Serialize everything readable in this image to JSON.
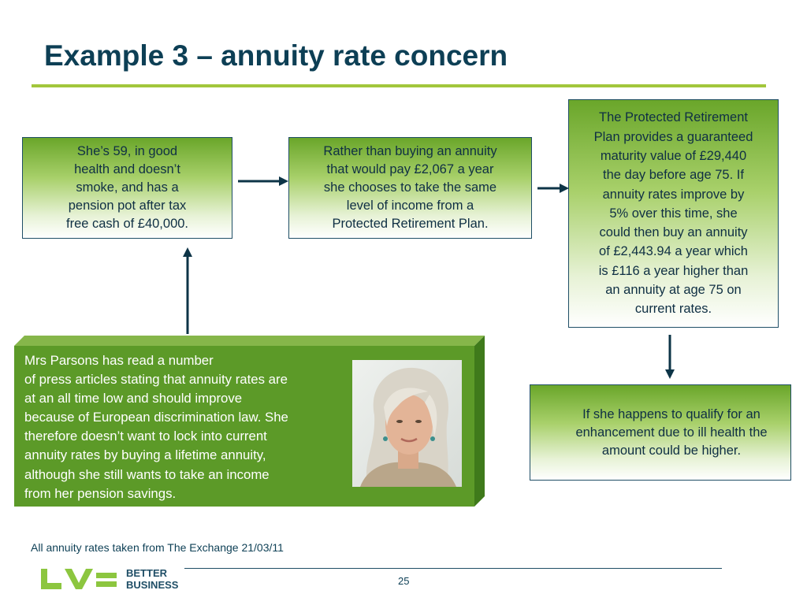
{
  "slide": {
    "title": "Example 3 –  annuity rate concern",
    "page_number": "25",
    "footnote": "All annuity rates taken from The Exchange 21/03/11"
  },
  "boxes": {
    "profile_lines": [
      "She’s 59, in good",
      "health and doesn’t",
      "smoke, and has a",
      "pension pot after tax",
      "free cash of £40,000."
    ],
    "choice_lines": [
      "Rather than buying an annuity",
      "that would pay £2,067 a year",
      "she chooses to take the same",
      "level of income from a",
      "Protected Retirement Plan."
    ],
    "guarantee_lines": [
      "The Protected Retirement",
      "Plan provides a guaranteed",
      "maturity value of £29,440",
      "the day before age 75. If",
      "annuity rates improve by",
      "5% over this time, she",
      "could then buy an annuity",
      "of £2,443.94 a year which",
      "is £116 a year higher than",
      "an annuity at age 75 on",
      "current rates."
    ],
    "enhancement_lines": [
      "If she happens to qualify for an",
      "enhancement due to ill health the",
      "amount could be higher."
    ]
  },
  "case_study": {
    "lines": [
      "Mrs Parsons has read a number",
      "of press articles stating that annuity rates are",
      "at an all time low and should improve",
      "because of European discrimination law. She",
      "therefore doesn’t want to lock into current",
      "annuity rates by buying a lifetime annuity,",
      "although she still wants to take an income",
      "from her pension savings."
    ]
  },
  "logo": {
    "brand_mark": "LV=",
    "line1": "BETTER",
    "line2": "BUSINESS"
  },
  "colors": {
    "title": "#0d3f55",
    "accent_green": "#a2c63b",
    "panel_green": "#5c9a28",
    "border": "#1f4e66"
  }
}
